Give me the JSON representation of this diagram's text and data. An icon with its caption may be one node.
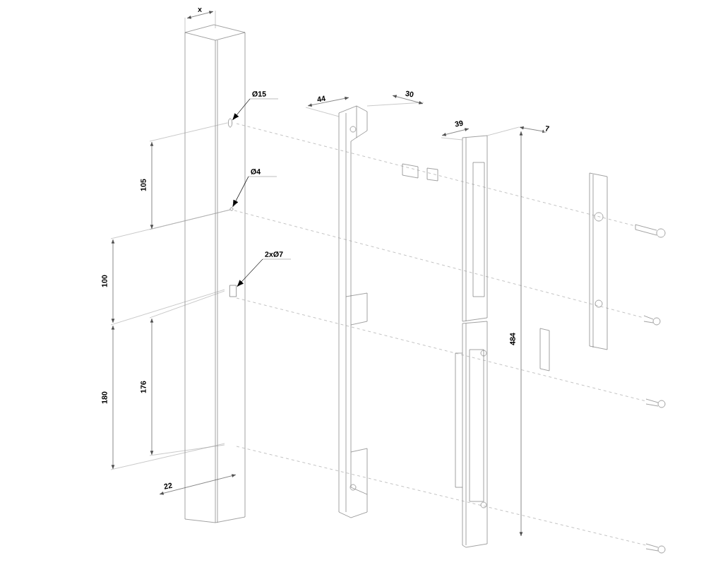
{
  "diagram": {
    "nodes": [
      {
        "text": [
          "Ø15"
        ]
      },
      {
        "text": [],
        "shape": "circle"
      },
      {
        "text": [
          "Ø4"
        ]
      },
      {
        "text": [],
        "shape": "circle"
      },
      {
        "text": [
          "2xØ7"
        ]
      },
      {
        "text": [],
        "shape": "box"
      }
    ],
    "edges": [
      {
        "from": 0,
        "to": 1,
        "arrow": "to"
      },
      {
        "from": 2,
        "to": 3,
        "arrow": "to"
      },
      {
        "from": 4,
        "to": 5,
        "arrow": "to"
      }
    ],
    "labels": [
      "x",
      "44",
      "30",
      "39",
      "7",
      "105",
      "100",
      "484",
      "180",
      "176",
      "22"
    ]
  }
}
